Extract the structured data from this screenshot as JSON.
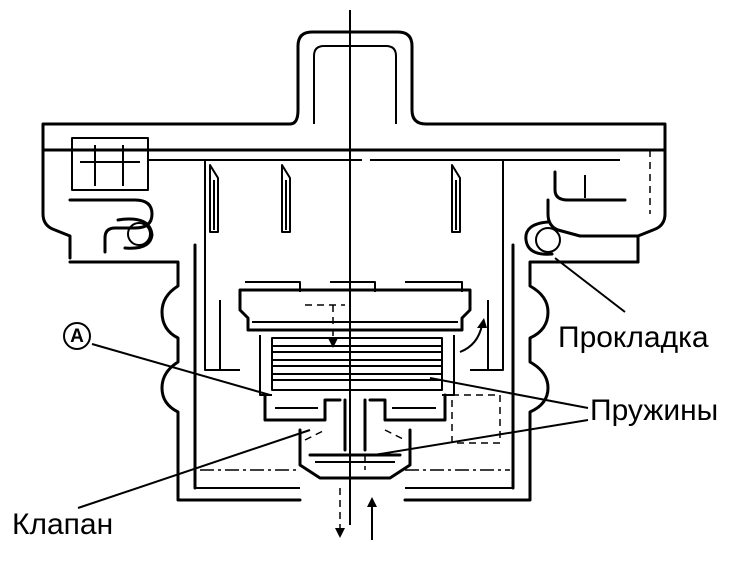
{
  "labels": {
    "gasket": "Прокладка",
    "springs": "Пружины",
    "valve": "Клапан",
    "marker": "A"
  }
}
